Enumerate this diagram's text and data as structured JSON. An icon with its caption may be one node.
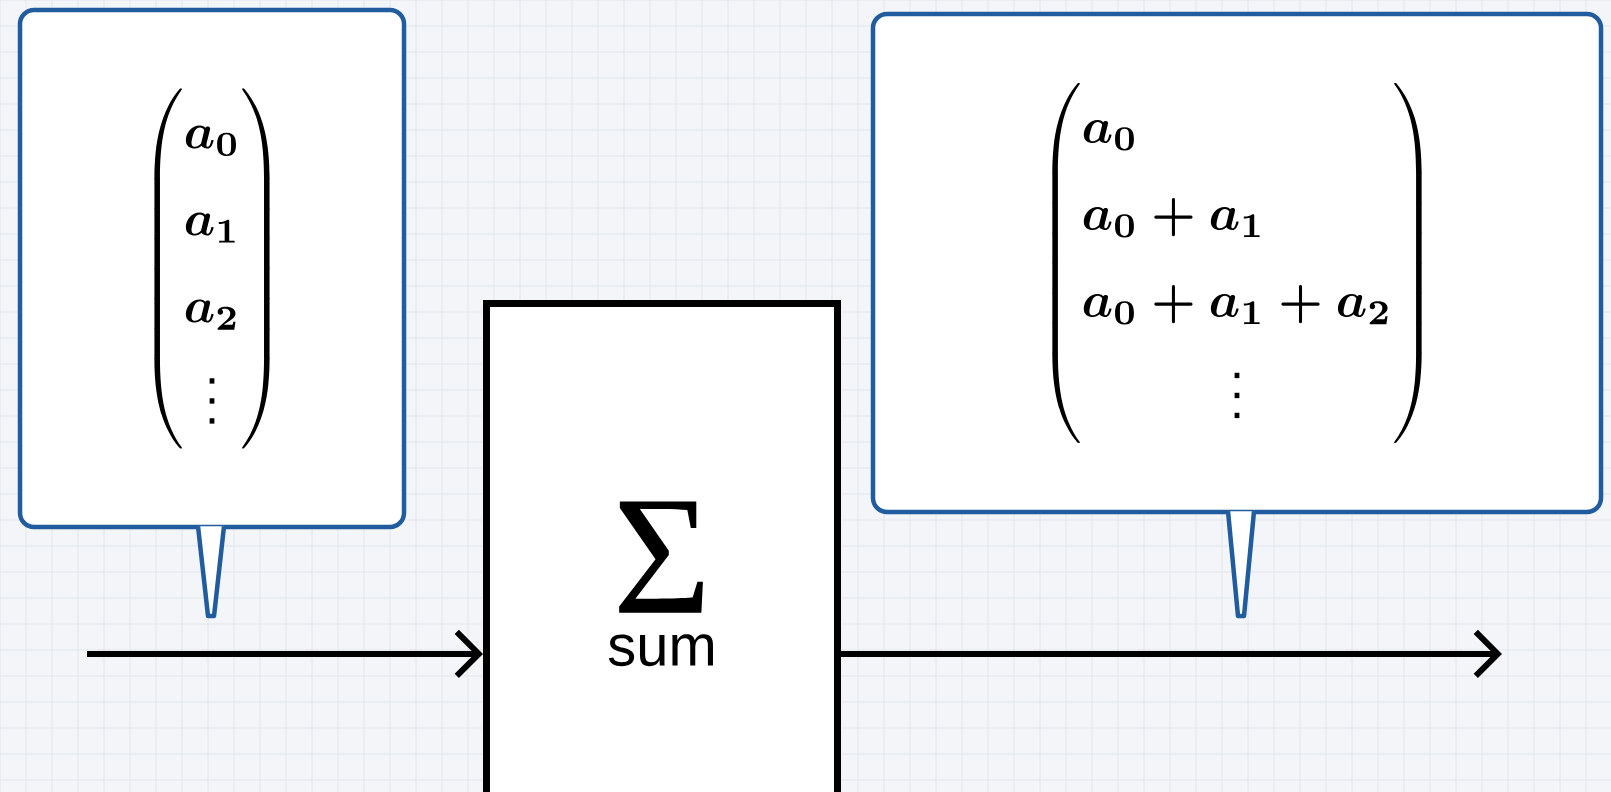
{
  "diagram": {
    "nodes": [
      {
        "text": [
          "Σ",
          "sum"
        ]
      },
      {
        "text": [
          "\\begin{pmatrix} a_0 \\\\ a_1 \\\\ a_2 \\\\ \\vdots \\end{pmatrix}"
        ]
      },
      {
        "text": [
          "\\begin{pmatrix} a_0 \\hfill \\\\ a_0 + a_1 \\hfill \\\\ a_0 + a_1 + a_2 \\\\ \\vdots \\end{pmatrix}"
        ]
      }
    ],
    "edges": [
      {
        "from": null,
        "to": 0,
        "arrow": "to"
      },
      {
        "from": 0,
        "to": null,
        "arrow": "to"
      },
      {
        "from": 1,
        "to": null,
        "arrow": "none"
      },
      {
        "from": 2,
        "to": null,
        "arrow": "none"
      }
    ]
  }
}
